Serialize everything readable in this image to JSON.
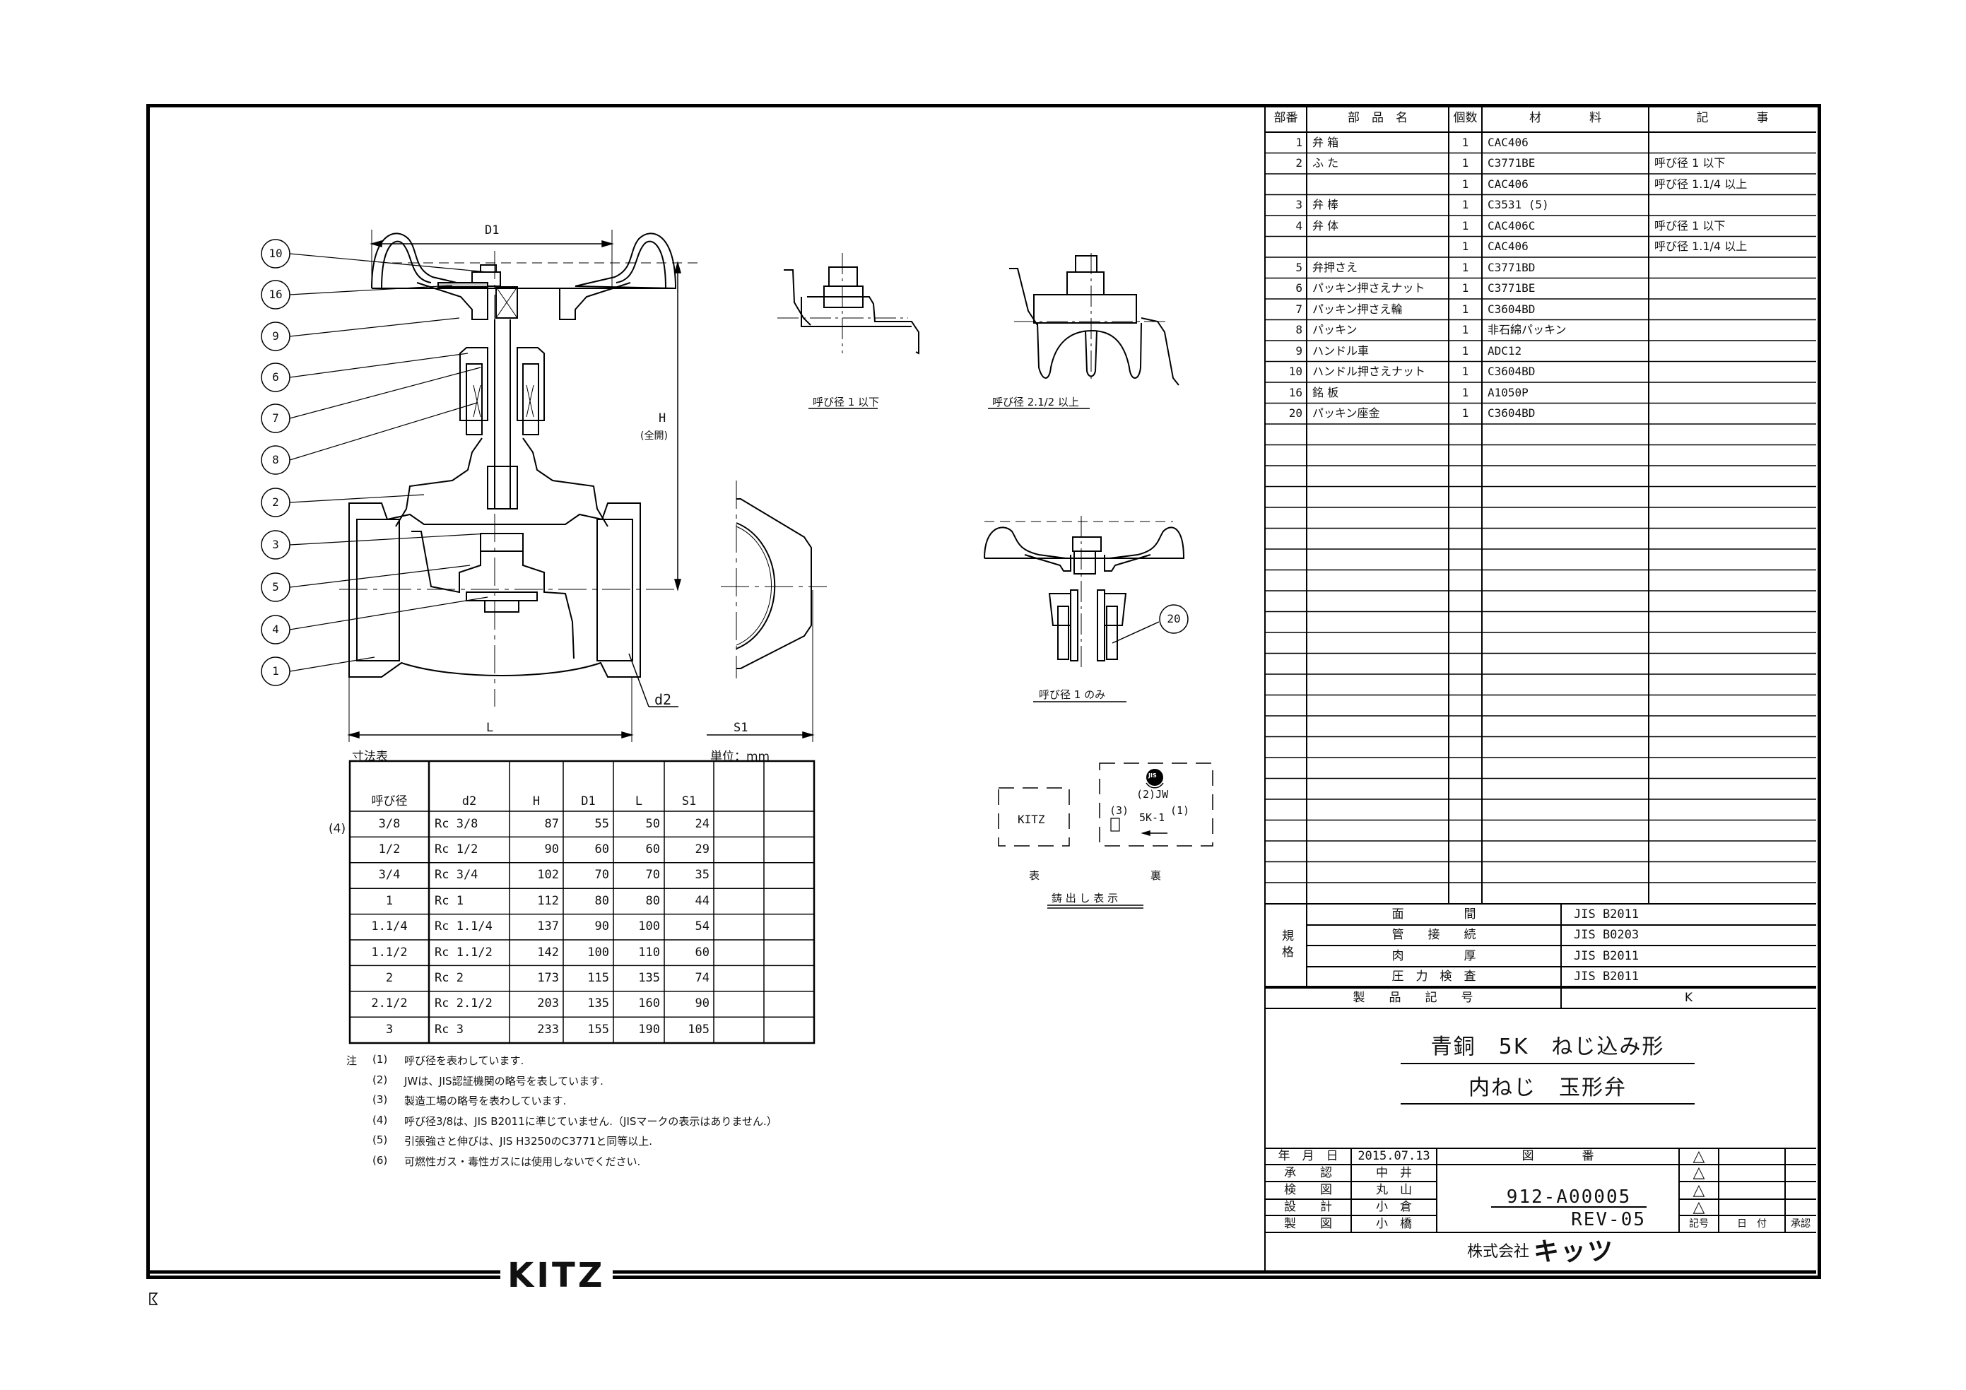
{
  "parts_table": {
    "headers": {
      "no": "部番",
      "name": "部　品　名",
      "qty": "個数",
      "material": "材　　　　料",
      "remarks": "記　　　　事"
    },
    "rows": [
      {
        "no": "1",
        "name": "弁 箱",
        "qty": "1",
        "material": "CAC406",
        "remarks": ""
      },
      {
        "no": "2",
        "name": "ふ た",
        "qty": "1",
        "material": "C3771BE",
        "remarks": "呼び径 1 以下"
      },
      {
        "no": "",
        "name": "",
        "qty": "1",
        "material": "CAC406",
        "remarks": "呼び径 1.1/4 以上"
      },
      {
        "no": "3",
        "name": "弁 棒",
        "qty": "1",
        "material": "C3531 (5)",
        "remarks": ""
      },
      {
        "no": "4",
        "name": "弁 体",
        "qty": "1",
        "material": "CAC406C",
        "remarks": "呼び径 1 以下"
      },
      {
        "no": "",
        "name": "",
        "qty": "1",
        "material": "CAC406",
        "remarks": "呼び径 1.1/4 以上"
      },
      {
        "no": "5",
        "name": "弁押さえ",
        "qty": "1",
        "material": "C3771BD",
        "remarks": ""
      },
      {
        "no": "6",
        "name": "パッキン押さえナット",
        "qty": "1",
        "material": "C3771BE",
        "remarks": ""
      },
      {
        "no": "7",
        "name": "パッキン押さえ輪",
        "qty": "1",
        "material": "C3604BD",
        "remarks": ""
      },
      {
        "no": "8",
        "name": "パッキン",
        "qty": "1",
        "material": "非石綿パッキン",
        "remarks": ""
      },
      {
        "no": "9",
        "name": "ハンドル車",
        "qty": "1",
        "material": "ADC12",
        "remarks": ""
      },
      {
        "no": "10",
        "name": "ハンドル押さえナット",
        "qty": "1",
        "material": "C3604BD",
        "remarks": ""
      },
      {
        "no": "16",
        "name": "銘 板",
        "qty": "1",
        "material": "A1050P",
        "remarks": ""
      },
      {
        "no": "20",
        "name": "パッキン座金",
        "qty": "1",
        "material": "C3604BD",
        "remarks": ""
      }
    ],
    "blank_rows": 23
  },
  "standards": {
    "group_label": "規格",
    "rows": [
      {
        "label": "面　　　　　間",
        "value": "JIS B2011"
      },
      {
        "label": "管　　接　　続",
        "value": "JIS B0203"
      },
      {
        "label": "肉　　　　　厚",
        "value": "JIS B2011"
      },
      {
        "label": "圧　力　検　査",
        "value": "JIS B2011"
      }
    ],
    "product_code_label": "製　　品　　記　　号",
    "product_code": "K"
  },
  "title": {
    "line1": "青銅　5K　ねじ込み形",
    "line2": "内ねじ　玉形弁"
  },
  "title_block": {
    "date_label": "年　月　日",
    "date": "2015.07.13",
    "drawing_no_label": "図　　　　番",
    "drawing_no": "912-A00005",
    "revision": "REV-05",
    "signatures": [
      {
        "role": "承　　認",
        "name": "中　井"
      },
      {
        "role": "検　　図",
        "name": "丸　山"
      },
      {
        "role": "設　　計",
        "name": "小　倉"
      },
      {
        "role": "製　　図",
        "name": "小　橋"
      }
    ],
    "revision_marks": [
      "△",
      "△",
      "△",
      "△"
    ],
    "revision_headers": {
      "mark": "記号",
      "date": "日　付",
      "approval": "承認"
    },
    "company_prefix": "株式会社",
    "company_logo": "キッツ"
  },
  "dimension_table": {
    "title": "寸法表",
    "unit": "単位：mm",
    "note_marker": "(4)",
    "headers": [
      "呼び径",
      "d2",
      "H",
      "D1",
      "L",
      "S1",
      "",
      ""
    ],
    "rows": [
      [
        "3/8",
        "Rc 3/8",
        "87",
        "55",
        "50",
        "24"
      ],
      [
        "1/2",
        "Rc 1/2",
        "90",
        "60",
        "60",
        "29"
      ],
      [
        "3/4",
        "Rc 3/4",
        "102",
        "70",
        "70",
        "35"
      ],
      [
        "1",
        "Rc 1",
        "112",
        "80",
        "80",
        "44"
      ],
      [
        "1.1/4",
        "Rc 1.1/4",
        "137",
        "90",
        "100",
        "54"
      ],
      [
        "1.1/2",
        "Rc 1.1/2",
        "142",
        "100",
        "110",
        "60"
      ],
      [
        "2",
        "Rc 2",
        "173",
        "115",
        "135",
        "74"
      ],
      [
        "2.1/2",
        "Rc 2.1/2",
        "203",
        "135",
        "160",
        "90"
      ],
      [
        "3",
        "Rc 3",
        "233",
        "155",
        "190",
        "105"
      ]
    ]
  },
  "notes": {
    "label": "注",
    "items": [
      {
        "num": "(1)",
        "text": "呼び径を表わしています."
      },
      {
        "num": "(2)",
        "text": "JWは、JIS認証機関の略号を表しています."
      },
      {
        "num": "(3)",
        "text": "製造工場の略号を表わしています."
      },
      {
        "num": "(4)",
        "text": "呼び径3/8は、JIS B2011に準じていません.（JISマークの表示はありません.）"
      },
      {
        "num": "(5)",
        "text": "引張強さと伸びは、JIS H3250のC3771と同等以上."
      },
      {
        "num": "(6)",
        "text": "可燃性ガス・毒性ガスには使用しないでください."
      }
    ]
  },
  "drawing": {
    "dim_labels": {
      "D1": "D1",
      "H": "H",
      "H_note": "(全開)",
      "L": "L",
      "d2": "d2",
      "S1": "S1"
    },
    "balloons": [
      "10",
      "16",
      "9",
      "6",
      "7",
      "8",
      "2",
      "3",
      "5",
      "4",
      "1"
    ],
    "detail_balloon": "20",
    "detail_captions": [
      "呼び径 1 以下",
      "呼び径 2.1/2 以上",
      "呼び径 1 のみ"
    ],
    "casting_marks": {
      "front_text": "KITZ",
      "back_jis": "JIS",
      "back_jw": "(2)JW",
      "back_factory": "(3)",
      "back_class": "5K-1",
      "back_class_note": "(1)",
      "front_label": "表",
      "back_label": "裏",
      "caption": "鋳 出 し 表 示"
    }
  },
  "footer": {
    "brand": "KITZ",
    "corner_mark": "K"
  }
}
